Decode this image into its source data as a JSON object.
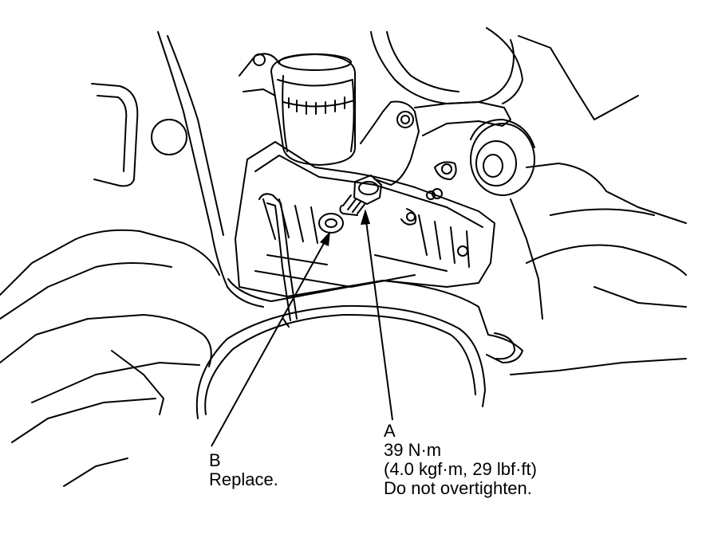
{
  "callouts": {
    "a": {
      "letter": "A",
      "torque": "39 N·m",
      "torque_alt": "(4.0 kgf·m, 29 lbf·ft)",
      "note": "Do not overtighten."
    },
    "b": {
      "letter": "B",
      "note": "Replace."
    }
  },
  "colors": {
    "line": "#000000",
    "background": "#ffffff"
  }
}
